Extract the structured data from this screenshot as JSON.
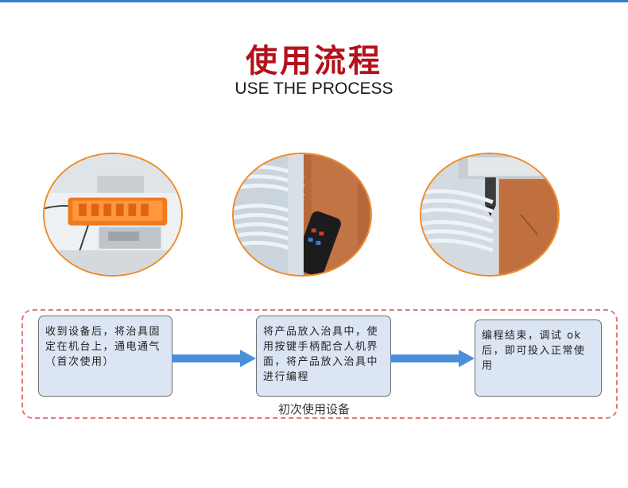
{
  "header": {
    "title": "使用流程",
    "subtitle": "USE THE PROCESS"
  },
  "photos": [
    {
      "name": "fixture-on-machine-photo"
    },
    {
      "name": "cable-programming-photo"
    },
    {
      "name": "probe-test-photo"
    }
  ],
  "flow": {
    "steps": [
      "收到设备后，将治具固定在机台上，通电通气（首次使用）",
      "将产品放入治具中，使用按键手柄配合人机界面，将产品放入治具中进行编程",
      "编程结束，调试 ok 后，即可投入正常使用"
    ],
    "caption": "初次使用设备"
  },
  "colors": {
    "title": "#b3121b",
    "accent_border": "#f08a24",
    "step_fill": "#dbe5f3",
    "arrow": "#4a90d9",
    "frame": "#e2787c",
    "top_bar": "#2f7fd3"
  }
}
